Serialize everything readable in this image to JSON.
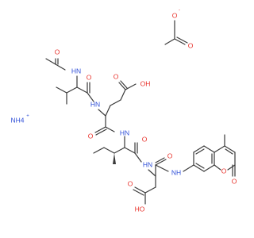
{
  "molecule": {
    "atom_labels": {
      "acetate_o_minus": "O",
      "acetate_o_minus_charge": "-",
      "acetate_o_double": "O",
      "acetyl_o": "O",
      "acetyl_nh": "HN",
      "valine_co_o": "O",
      "glu_nh": "HN",
      "glu_oh": "OH",
      "glu_side_o": "O",
      "glu_co_o": "O",
      "ile_nh": "HN",
      "ile_co_o": "O",
      "asp_nh": "HN",
      "asp_co_o": "O",
      "amide_nh": "NH",
      "asp_side_o": "O",
      "asp_oh": "HO",
      "ring_o": "O",
      "lactone_o": "O",
      "ammonium": "NH4",
      "ammonium_charge": "+"
    },
    "colors": {
      "bond": "#3a3a3a",
      "oxygen": "#e8312a",
      "nitrogen": "#3050d8"
    }
  }
}
